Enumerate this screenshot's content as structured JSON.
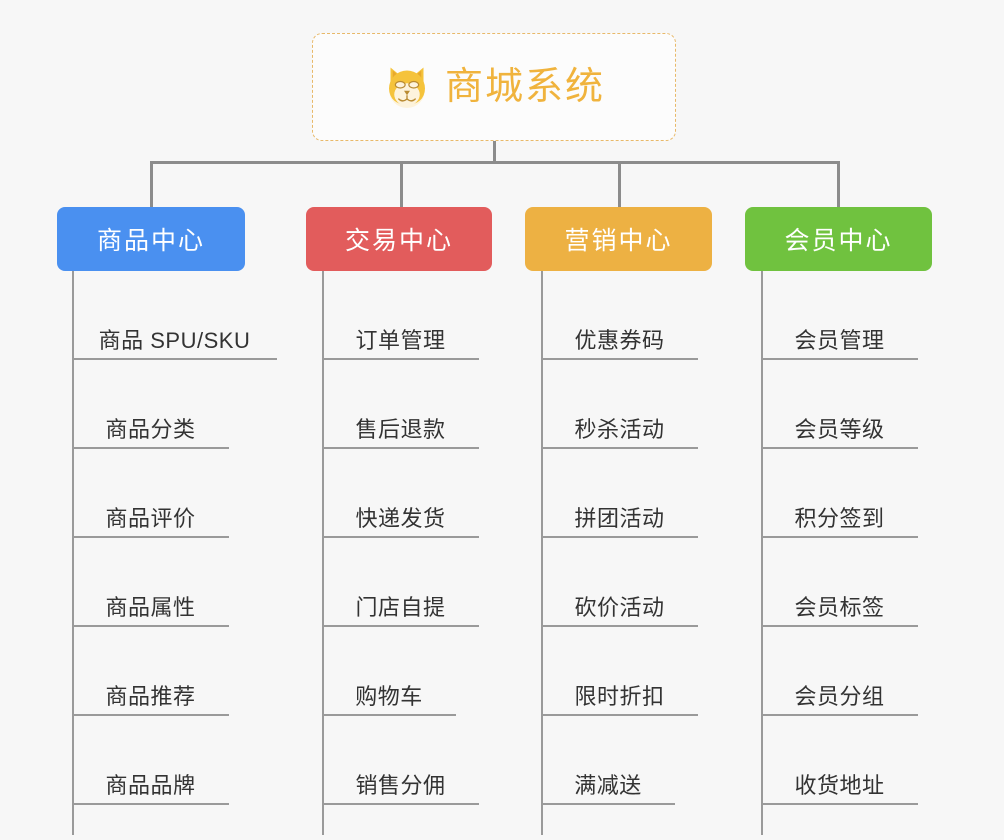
{
  "root": {
    "title": "商城系统",
    "icon": "shiba-inu-dog-face-icon",
    "border_color": "#e8b96a",
    "text_color": "#f0b33d",
    "background": "#fcfcfc"
  },
  "canvas": {
    "background": "#f7f7f7",
    "connector_color": "#8c8c8c",
    "leaf_line_color": "#9a9a9a",
    "leaf_text_color": "#333333"
  },
  "branches": [
    {
      "id": "product-center",
      "label": "商品中心",
      "color": "#4a90f0",
      "items": [
        "商品 SPU/SKU",
        "商品分类",
        "商品评价",
        "商品属性",
        "商品推荐",
        "商品品牌"
      ]
    },
    {
      "id": "trade-center",
      "label": "交易中心",
      "color": "#e25c5c",
      "items": [
        "订单管理",
        "售后退款",
        "快递发货",
        "门店自提",
        "购物车",
        "销售分佣"
      ]
    },
    {
      "id": "marketing-center",
      "label": "营销中心",
      "color": "#edb143",
      "items": [
        "优惠券码",
        "秒杀活动",
        "拼团活动",
        "砍价活动",
        "限时折扣",
        "满减送"
      ]
    },
    {
      "id": "member-center",
      "label": "会员中心",
      "color": "#70c23f",
      "items": [
        "会员管理",
        "会员等级",
        "积分签到",
        "会员标签",
        "会员分组",
        "收货地址"
      ]
    }
  ]
}
